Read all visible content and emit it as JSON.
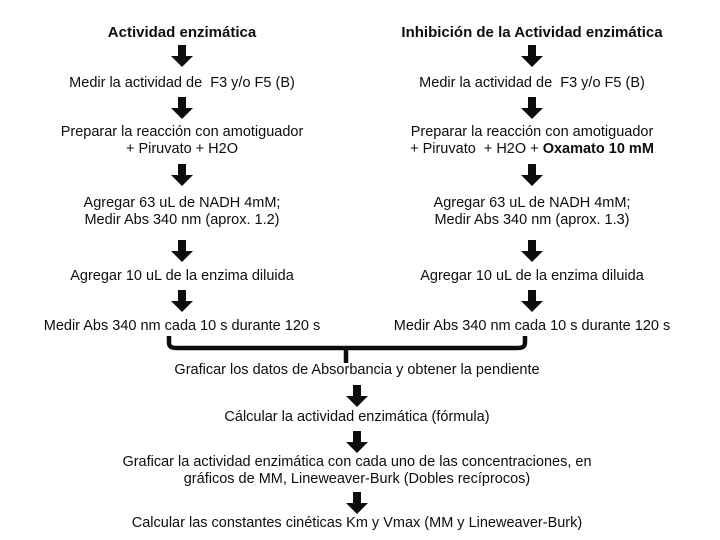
{
  "slide": {
    "background_color": "#ffffff",
    "text_color": "#0d0d0d",
    "arrow_color": "#0d0d0d"
  },
  "left_branch": {
    "title": "Actividad enzimática",
    "step1": "Medir la actividad de  F3 y/o F5 (B)",
    "step2_line1": "Preparar la reacción con amotiguador",
    "step2_line2": "+ Piruvato + H2O",
    "step3_line1": "Agregar 63 uL de NADH 4mM;",
    "step3_line2": "Medir Abs 340 nm (aprox. 1.2)",
    "step4": "Agregar 10 uL de la enzima diluida",
    "step5": "Medir Abs 340 nm cada 10 s durante 120 s"
  },
  "right_branch": {
    "title": "Inhibición de la Actividad enzimática",
    "step1": "Medir la actividad de  F3 y/o F5 (B)",
    "step2_line1": "Preparar la reacción con amotiguador",
    "step2_line2_prefix": "+ Piruvato  + H2O + ",
    "step2_line2_bold": "Oxamato 10 mM",
    "step3_line1": "Agregar 63 uL de NADH 4mM;",
    "step3_line2": "Medir Abs 340 nm (aprox. 1.3)",
    "step4": "Agregar 10 uL de la enzima diluida",
    "step5": "Medir Abs 340 nm cada 10 s durante 120 s"
  },
  "merged_branch": {
    "step1": "Graficar los datos de Absorbancia y obtener la pendiente",
    "step2": "Cálcular la actividad enzimática (fórmula)",
    "step3_line1": "Graficar la actividad enzimática con cada uno de las concentraciones, en",
    "step3_line2": "gráficos de MM, Lineweaver-Burk (Dobles recíprocos)",
    "step4": "Calcular las constantes cinéticas Km y Vmax (MM y Lineweaver-Burk)"
  },
  "icons": {
    "down_arrow": "solid-black-block-arrow-down",
    "merge_bracket": "square-bracket-joining-both-branches"
  }
}
